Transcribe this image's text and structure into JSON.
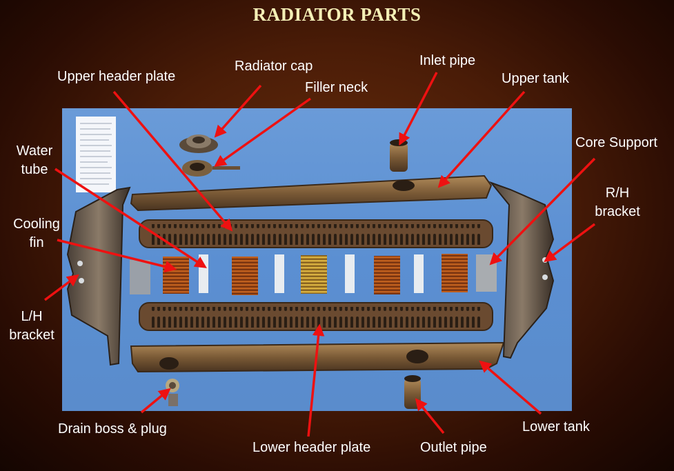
{
  "title": "RADIATOR PARTS",
  "labels": {
    "upper_header_plate": "Upper header plate",
    "radiator_cap": "Radiator cap",
    "filler_neck": "Filler neck",
    "inlet_pipe": "Inlet pipe",
    "upper_tank": "Upper tank",
    "water_tube_1": "Water",
    "water_tube_2": "tube",
    "core_support": "Core Support",
    "cooling_fin_1": "Cooling",
    "cooling_fin_2": "fin",
    "rh_bracket_1": "R/H",
    "rh_bracket_2": "bracket",
    "lh_bracket_1": "L/H",
    "lh_bracket_2": "bracket",
    "drain_boss_plug": "Drain boss & plug",
    "lower_header_plate": "Lower header plate",
    "outlet_pipe": "Outlet pipe",
    "lower_tank": "Lower tank"
  },
  "colors": {
    "arrow": "#ee1111",
    "label_text": "#ffffff",
    "title_text": "#f4efb6"
  }
}
